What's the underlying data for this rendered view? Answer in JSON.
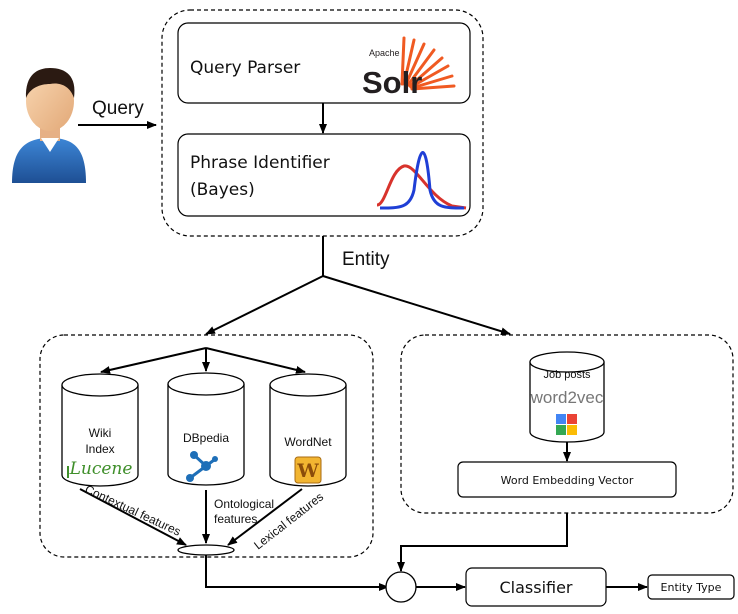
{
  "user": {
    "query_label": "Query"
  },
  "pipeline": {
    "query_parser": "Query Parser",
    "solr_logo": {
      "small": "Apache",
      "big": "Solr"
    },
    "phrase_identifier": [
      "Phrase Identifier",
      "(Bayes)"
    ]
  },
  "entity_label": "Entity",
  "knowledge_sources": [
    {
      "lines": [
        "Wiki",
        "Index"
      ],
      "logo": "Lucene"
    },
    {
      "lines": [
        "DBpedia"
      ],
      "logo": ""
    },
    {
      "lines": [
        "WordNet"
      ],
      "logo": "W"
    }
  ],
  "features": {
    "contextual": "Contextual features",
    "ontological": [
      "Ontological",
      "features"
    ],
    "lexical": "Lexical features"
  },
  "embedding": {
    "job_posts": "Job posts",
    "word2vec": "word2vec",
    "vector_box": "Word Embedding Vector"
  },
  "classifier": "Classifier",
  "entity_type": "Entity Type",
  "colors": {
    "blue_curve": "#1f3fd6",
    "red_curve": "#d8332c",
    "solr_orange": "#f05a22",
    "solr_dark": "#231f20",
    "dbpedia_blue": "#1e6fb8",
    "wordnet_yellow": "#f2b531",
    "lucene_green": "#3f8f2a",
    "user_skin": "#f2c49b",
    "user_shirt": "#2f6db5"
  },
  "icons": [
    "user-avatar-icon",
    "solr-logo-icon",
    "bayes-curve-icon",
    "lucene-logo-icon",
    "dbpedia-logo-icon",
    "wordnet-logo-icon",
    "google-logo-icon"
  ]
}
